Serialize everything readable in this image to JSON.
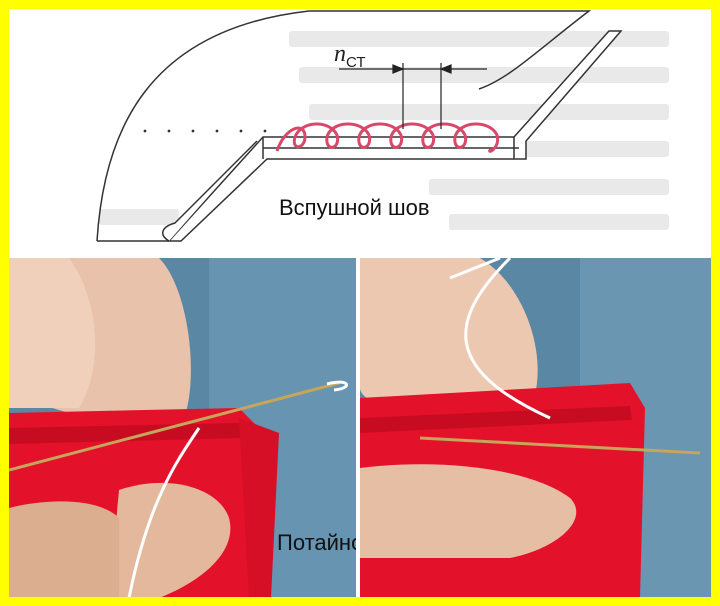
{
  "diagram": {
    "title": "Вспушной шов",
    "dimension_label_main": "n",
    "dimension_label_sub": "СТ"
  },
  "photos": {
    "title": "Потайной шов"
  },
  "colors": {
    "border": "#ffff00",
    "fabric_red": "#e4112a",
    "stitch_pink": "#d9486a",
    "background_blue": "#5a87a4"
  }
}
